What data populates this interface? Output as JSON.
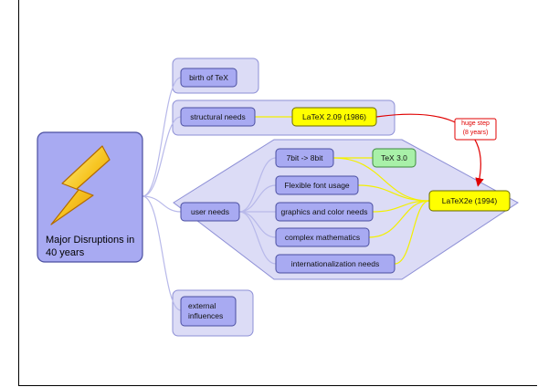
{
  "root": {
    "label": "Major Disruptions in 40 years",
    "icon": "lightning-bolt-icon"
  },
  "branches": {
    "birth": "birth of TeX",
    "structural": "structural needs",
    "user": "user needs",
    "external": "external influences"
  },
  "user_children": [
    "7bit -> 8bit",
    "Flexible font usage",
    "graphics and color needs",
    "complex mathematics",
    "internationalization needs"
  ],
  "results": {
    "latex209": "LaTeX 2.09 (1986)",
    "tex30": "TeX 3.0",
    "latex2e": "LaTeX2e (1994)"
  },
  "annotation": {
    "line1": "huge step",
    "line2": "(8 years)"
  },
  "colors": {
    "node_fill": "#a8aaf2",
    "node_stroke": "#4a4ea0",
    "group_fill": "#dcdcf6",
    "group_stroke": "#8d8fd6",
    "connector": "#b8b9ea",
    "yellow": "#ffff00",
    "yellow_link": "#f3f000",
    "green": "#a8f0a8",
    "arrow_red": "#e00000"
  }
}
